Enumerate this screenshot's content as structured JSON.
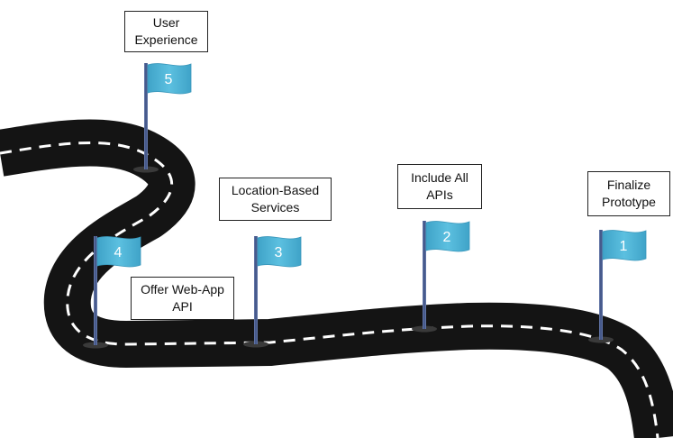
{
  "colors": {
    "road": "#141414",
    "road_marking": "#ffffff",
    "flag": "#4fb3d5",
    "flag_shadow": "#3a97bb",
    "pole": "#4a5d8f"
  },
  "milestones": [
    {
      "number": "1",
      "label_lines": [
        "Finalize",
        "Prototype"
      ]
    },
    {
      "number": "2",
      "label_lines": [
        "Include All",
        "APIs"
      ]
    },
    {
      "number": "3",
      "label_lines": [
        "Location-Based",
        "Services"
      ]
    },
    {
      "number": "4",
      "label_lines": [
        "Offer Web-App",
        "API"
      ]
    },
    {
      "number": "5",
      "label_lines": [
        "User",
        "Experience"
      ]
    }
  ]
}
